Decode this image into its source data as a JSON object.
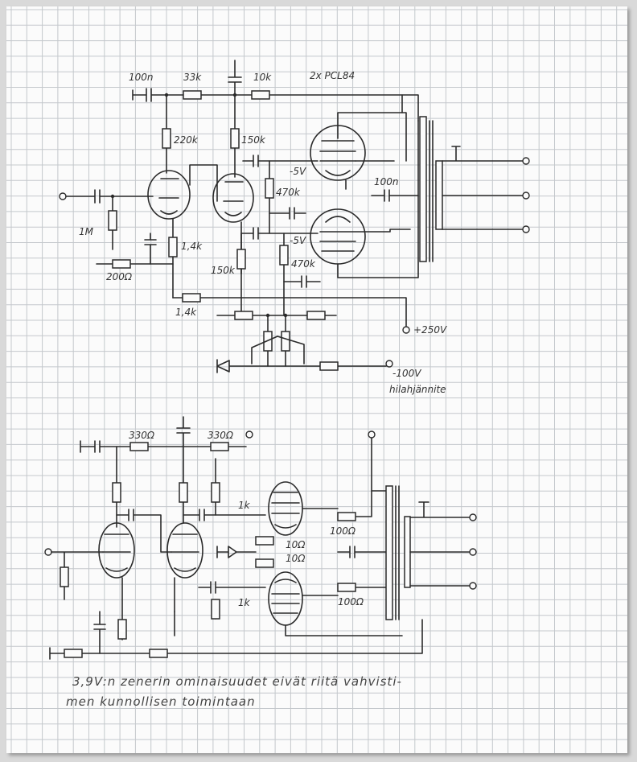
{
  "top_circuit": {
    "title": "2x PCL84",
    "labels": {
      "c_in_top": "100n",
      "r_33k": "33k",
      "r_10k": "10k",
      "r_220k": "220k",
      "r_150k_a": "150k",
      "r_1M": "1M",
      "r_1k4_a": "1,4k",
      "r_200": "200Ω",
      "r_150k_b": "150k",
      "r_470k_a": "470k",
      "r_470k_b": "470k",
      "bias_a": "-5V",
      "bias_b": "-5V",
      "c_100n_out": "100n",
      "r_1k4_b": "1,4k",
      "supply": "+250V",
      "neg_supply": "-100V",
      "neg_supply_caption": "hilahjännite"
    }
  },
  "bottom_circuit": {
    "labels": {
      "r_330_a": "330Ω",
      "r_330_b": "330Ω",
      "r_1k_a": "1k",
      "r_1k_b": "1k",
      "r_10_a": "10Ω",
      "r_10_b": "10Ω",
      "r_100_a": "100Ω",
      "r_100_b": "100Ω"
    }
  },
  "note": {
    "line1": "3,9V:n zenerin ominaisuudet eivät riitä vahvisti-",
    "line2": "men kunnollisen toimintaan"
  }
}
